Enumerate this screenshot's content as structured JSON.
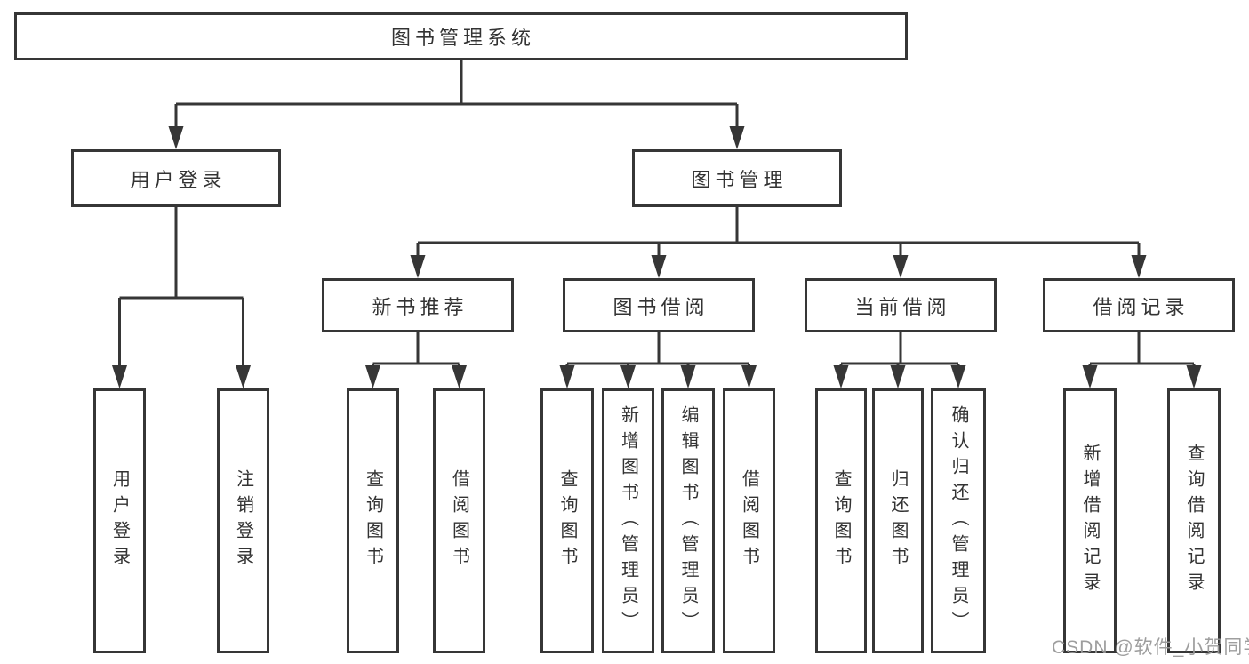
{
  "diagram": {
    "type": "hierarchy-tree",
    "title": "图书管理系统",
    "colors": {
      "line": "#363636",
      "box_border": "#363636",
      "box_fill": "#ffffff",
      "text": "#333333",
      "watermark": "#999999",
      "background": "#ffffff"
    }
  },
  "tree": {
    "label": "图书管理系统",
    "children": [
      {
        "label": "用户登录",
        "children": [
          {
            "label": "用户登录"
          },
          {
            "label": "注销登录"
          }
        ]
      },
      {
        "label": "图书管理",
        "children": [
          {
            "label": "新书推荐",
            "children": [
              {
                "label": "查询图书"
              },
              {
                "label": "借阅图书"
              }
            ]
          },
          {
            "label": "图书借阅",
            "children": [
              {
                "label": "查询图书"
              },
              {
                "label": "新增图书（管理员）"
              },
              {
                "label": "编辑图书（管理员）"
              },
              {
                "label": "借阅图书"
              }
            ]
          },
          {
            "label": "当前借阅",
            "children": [
              {
                "label": "查询图书"
              },
              {
                "label": "归还图书"
              },
              {
                "label": "确认归还（管理员）"
              }
            ]
          },
          {
            "label": "借阅记录",
            "children": [
              {
                "label": "新增借阅记录"
              },
              {
                "label": "查询借阅记录"
              }
            ]
          }
        ]
      }
    ]
  },
  "watermark": {
    "text": "CSDN @软件_小贺同学"
  }
}
